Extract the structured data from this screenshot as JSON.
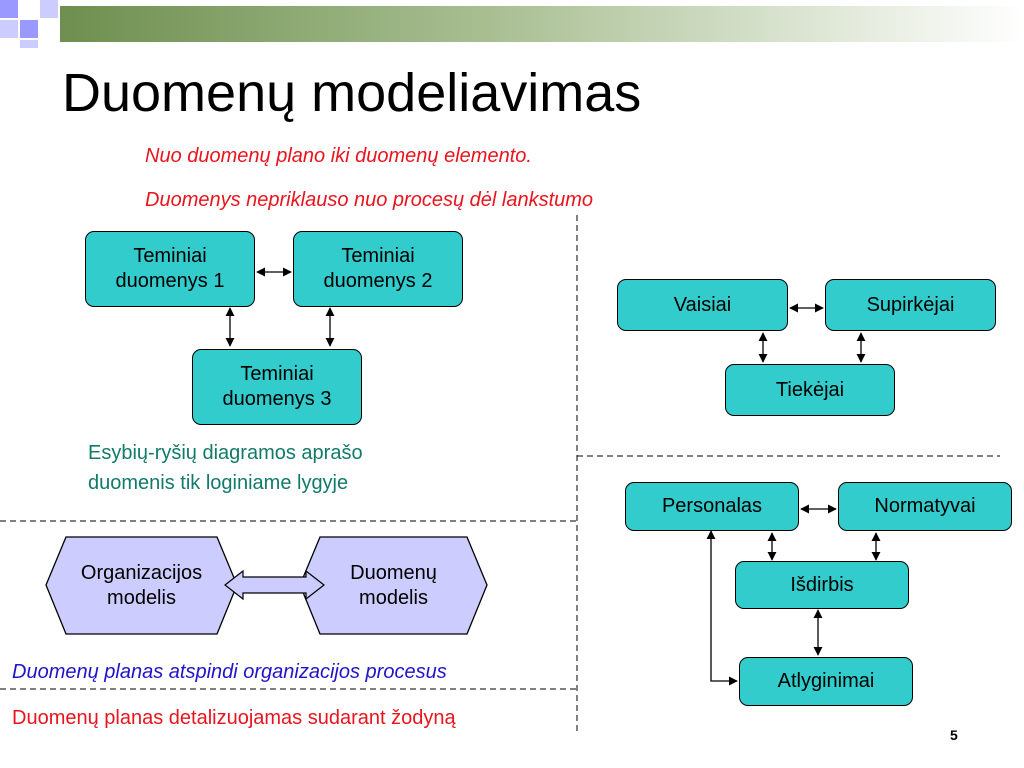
{
  "slide": {
    "title": "Duomenų modeliavimas",
    "subtitle_1": "Nuo duomenų plano iki duomenų elemento.",
    "subtitle_2": "Duomenys nepriklauso nuo procesų dėl lankstumo",
    "page_number": "5"
  },
  "diagram_left": {
    "box1": {
      "line1": "Teminiai",
      "line2": "duomenys 1"
    },
    "box2": {
      "line1": "Teminiai",
      "line2": "duomenys 2"
    },
    "box3": {
      "line1": "Teminiai",
      "line2": "duomenys 3"
    },
    "caption_line1": "Esybių-ryšių diagramos aprašo",
    "caption_line2": "duomenis tik loginiame lygyje"
  },
  "diagram_models": {
    "org": {
      "line1": "Organizacijos",
      "line2": "modelis"
    },
    "data": {
      "line1": "Duomenų",
      "line2": "modelis"
    }
  },
  "diagram_right_top": {
    "vaisiai": "Vaisiai",
    "supirkejai": "Supirkėjai",
    "tiekejai": "Tiekėjai"
  },
  "diagram_right_bottom": {
    "personalas": "Personalas",
    "normatyvai": "Normatyvai",
    "isdirbis": "Išdirbis",
    "atlyginimai": "Atlyginimai"
  },
  "notes": {
    "blue_note": "Duomenų planas atspindi organizacijos procesus",
    "red_note": "Duomenų planas detalizuojamas sudarant žodyną"
  },
  "colors": {
    "box_fill": "#33cccc",
    "hex_fill": "#ccccff",
    "red_text": "#e8141e",
    "blue_text": "#1f14c8",
    "teal_text": "#117a6a"
  }
}
